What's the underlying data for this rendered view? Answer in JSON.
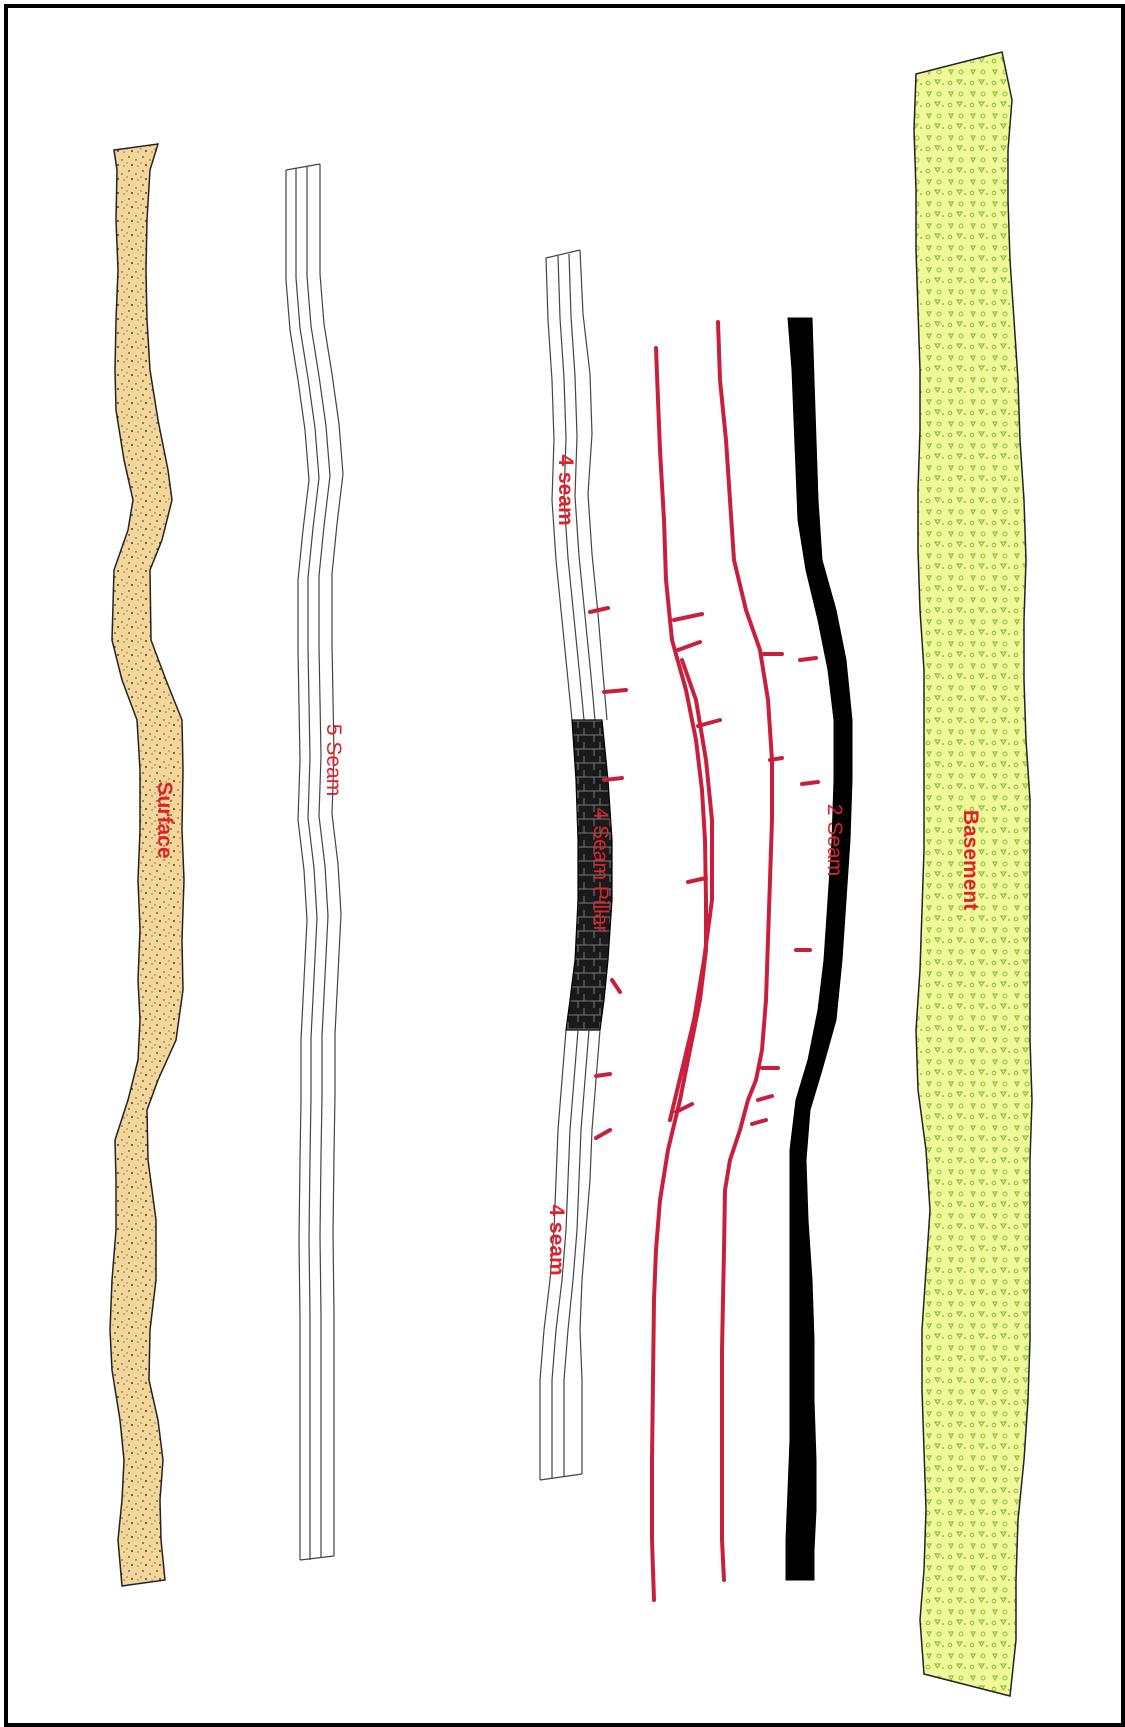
{
  "labels": {
    "surface": "Surface",
    "seam5": "5 Seam",
    "seam4_upper": "4 seam",
    "seam4_pillar": "4 Seam Pillar",
    "seam4_lower": "4 seam",
    "seam2": "2 Seam",
    "basement": "Basement"
  },
  "colors": {
    "surface_fill": "#f2d69b",
    "surface_dots": "#5a3c14",
    "seam_line": "#444444",
    "pillar_fill": "#1a1a1a",
    "red_lines": "#c8203c",
    "seam2_fill": "#000000",
    "basement_fill": "#f1f89a",
    "basement_pattern": "#8ec63f",
    "label_color": "#e2202a"
  }
}
